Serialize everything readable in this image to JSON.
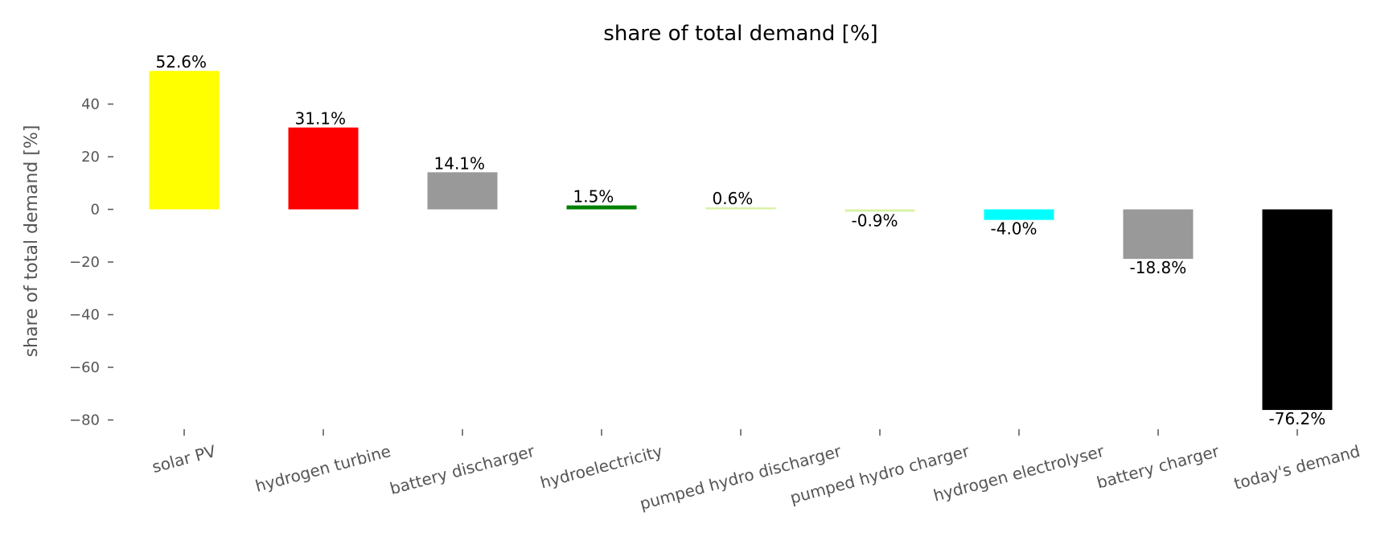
{
  "chart_data": {
    "type": "bar",
    "title": "share of total demand [%]",
    "xlabel": "",
    "ylabel": "share of total demand [%]",
    "ylim": [
      -84,
      57
    ],
    "yticks": [
      40,
      20,
      0,
      -20,
      -40,
      -60,
      -80
    ],
    "ytick_labels": [
      "40",
      "20",
      "0",
      "−20",
      "−40",
      "−60",
      "−80"
    ],
    "grid": false,
    "categories": [
      "solar PV",
      "hydrogen turbine",
      "battery discharger",
      "hydroelectricity",
      "pumped hydro discharger",
      "pumped hydro charger",
      "hydrogen electrolyser",
      "battery charger",
      "today's demand"
    ],
    "values": [
      52.6,
      31.1,
      14.1,
      1.5,
      0.6,
      -0.9,
      -4.0,
      -18.8,
      -76.2
    ],
    "data_labels": [
      "52.6%",
      "31.1%",
      "14.1%",
      "1.5%",
      "0.6%",
      "-0.9%",
      "-4.0%",
      "-18.8%",
      "-76.2%"
    ],
    "colors": [
      "#ffff00",
      "#ff0000",
      "#999999",
      "#008000",
      "#d9f2a6",
      "#d9f2a6",
      "#00ffff",
      "#999999",
      "#000000"
    ]
  }
}
